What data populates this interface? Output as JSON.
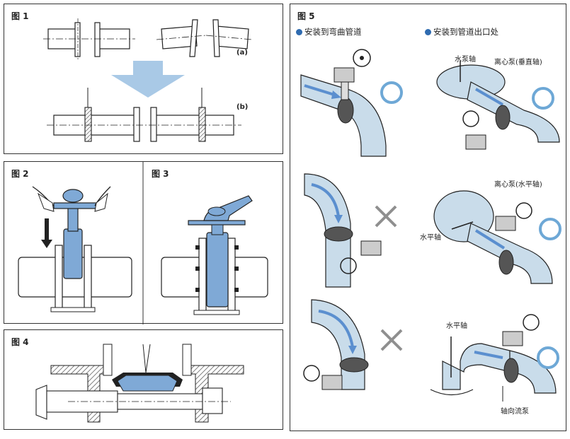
{
  "colors": {
    "pipe_fill": "#c9dcea",
    "valve_blue": "#7fa9d6",
    "flow_arrow": "#5b8fcf",
    "ok_mark": "#6ea8d6",
    "ng_mark": "#8f8f8f",
    "hatch": "#555555",
    "dark": "#222222"
  },
  "fig1": {
    "title": "图 1",
    "label_a": "(a)",
    "label_b": "(b)"
  },
  "fig2": {
    "title": "图 2"
  },
  "fig3": {
    "title": "图 3"
  },
  "fig4": {
    "title": "图 4"
  },
  "fig5": {
    "title": "图 5",
    "col1_header": "安装到弯曲管道",
    "col2_header": "安装到管道出口处",
    "labels": {
      "horizontal_pump_shaft": "水泵轴",
      "centrifugal_vertical": "离心泵(垂直轴)",
      "centrifugal_horizontal": "离心泵(水平轴)",
      "horizontal_shaft_1": "水平轴",
      "horizontal_shaft_2": "水平轴",
      "axial_pump": "轴向流泵"
    },
    "marks": [
      "ok",
      "ok",
      "ng",
      "ok",
      "ng",
      "ok"
    ]
  }
}
